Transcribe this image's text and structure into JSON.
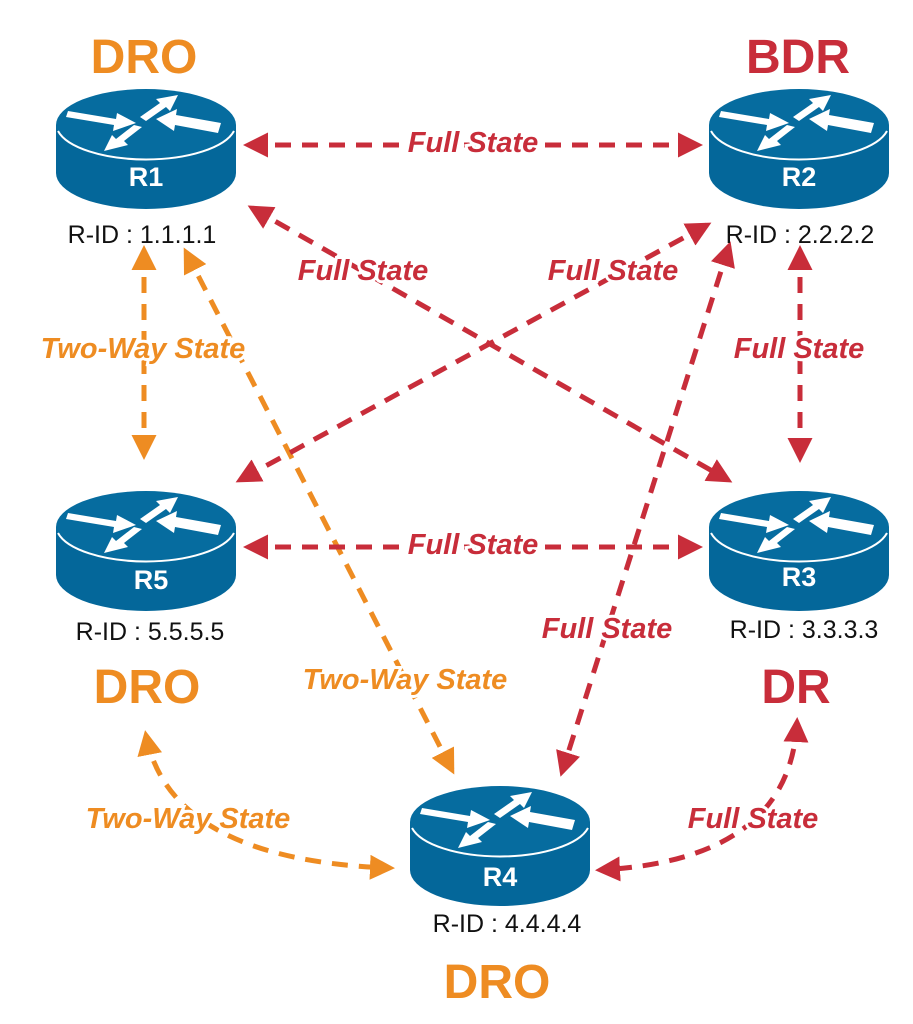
{
  "colors": {
    "full": "#c82d3a",
    "twoway": "#ee8c22",
    "router_body": "#04679a",
    "router_top": "#066c9f",
    "text": "#111111"
  },
  "routers": {
    "r1": {
      "name": "R1",
      "rid": "R-ID : 1.1.1.1",
      "role": "DRO",
      "role_color": "#ee8c22"
    },
    "r2": {
      "name": "R2",
      "rid": "R-ID : 2.2.2.2",
      "role": "BDR",
      "role_color": "#c82d3a"
    },
    "r3": {
      "name": "R3",
      "rid": "R-ID : 3.3.3.3",
      "role": "DR",
      "role_color": "#c82d3a"
    },
    "r4": {
      "name": "R4",
      "rid": "R-ID : 4.4.4.4",
      "role": "DRO",
      "role_color": "#ee8c22"
    },
    "r5": {
      "name": "R5",
      "rid": "R-ID : 5.5.5.5",
      "role": "DRO",
      "role_color": "#ee8c22"
    }
  },
  "edges": [
    {
      "from": "R1",
      "to": "R2",
      "state": "Full State"
    },
    {
      "from": "R1",
      "to": "R3",
      "state": "Full State"
    },
    {
      "from": "R1",
      "to": "R5",
      "state": "Two-Way State"
    },
    {
      "from": "R1",
      "to": "R4",
      "state": "Two-Way State"
    },
    {
      "from": "R2",
      "to": "R5",
      "state": "Full State"
    },
    {
      "from": "R2",
      "to": "R3",
      "state": "Full State"
    },
    {
      "from": "R2",
      "to": "R4",
      "state": "Full State"
    },
    {
      "from": "R5",
      "to": "R3",
      "state": "Full State"
    },
    {
      "from": "R5",
      "to": "R4",
      "state": "Two-Way State"
    },
    {
      "from": "R3",
      "to": "R4",
      "state": "Full State"
    }
  ]
}
